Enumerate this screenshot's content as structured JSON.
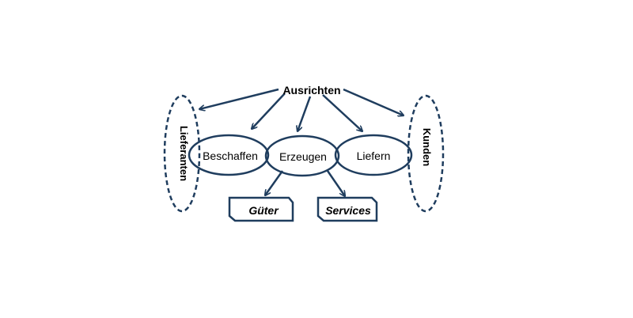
{
  "diagram": {
    "top": "Ausrichten",
    "processes": [
      "Beschaffen",
      "Erzeugen",
      "Liefern"
    ],
    "suppliers": "Lieferanten",
    "customers": "Kunden",
    "outputs": [
      "Güter",
      "Services"
    ]
  },
  "colors": {
    "stroke": "#1f3d5e",
    "text": "#000000",
    "background": "#ffffff"
  }
}
